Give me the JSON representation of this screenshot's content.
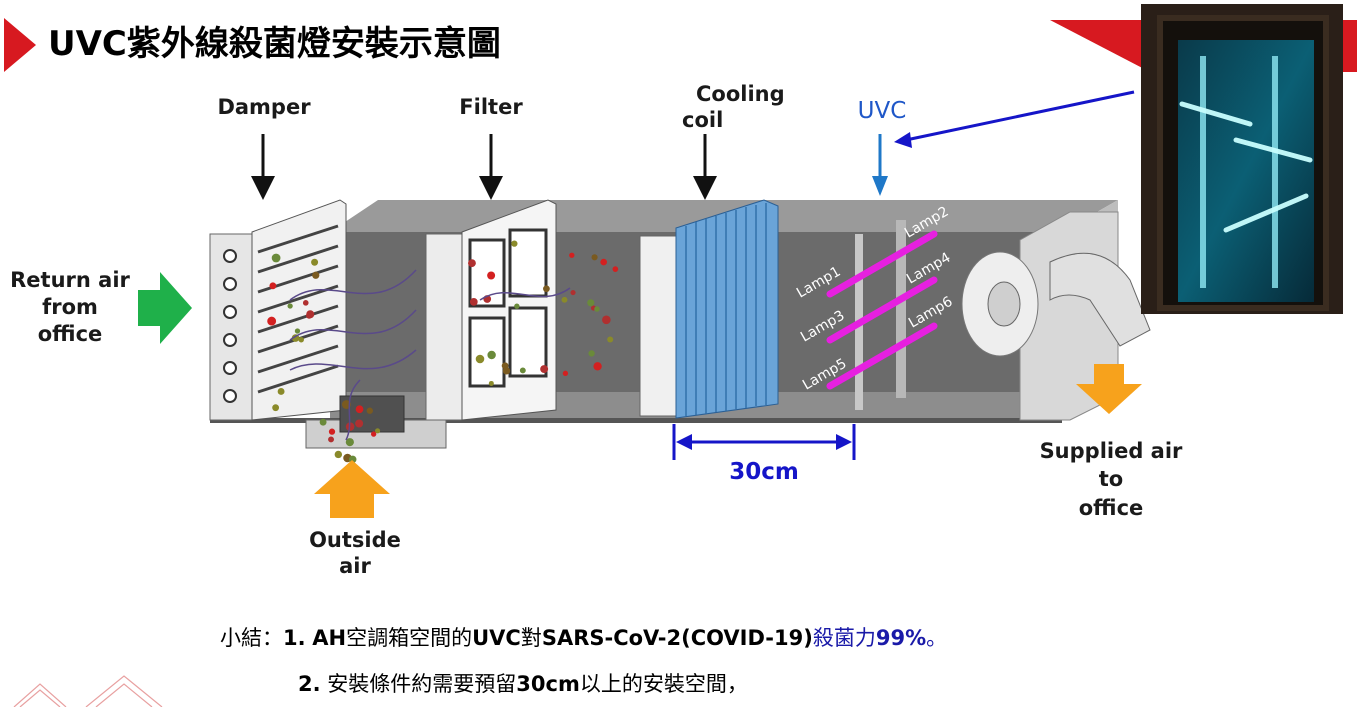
{
  "title": "UVC紫外線殺菌燈安裝示意圖",
  "labels": {
    "damper": "Damper",
    "filter": "Filter",
    "cooling_line1": "Cooling",
    "cooling_line2": "coil",
    "uvc": "UVC",
    "return_line1": "Return air",
    "return_line2": "from",
    "return_line3": "office",
    "outside_line1": "Outside",
    "outside_line2": "air",
    "supplied_line1": "Supplied air",
    "supplied_line2": "to",
    "supplied_line3": "office",
    "distance": "30cm"
  },
  "lamps": [
    "Lamp1",
    "Lamp2",
    "Lamp3",
    "Lamp4",
    "Lamp5",
    "Lamp6"
  ],
  "summary": {
    "prefix": "小結：",
    "item1_num": "1.",
    "item1_bold_a": "AH",
    "item1_text_a": "空調箱空間的",
    "item1_bold_b": "UVC",
    "item1_text_b": "對",
    "item1_bold_c": "SARS-CoV-2(COVID-19)",
    "item1_blue_text": "殺菌力",
    "item1_blue_bold": "99%",
    "item1_end": "。",
    "item2_num": "2.",
    "item2_text_a": "安裝條件約需要預留",
    "item2_bold": "30cm",
    "item2_text_b": "以上的安裝空間，"
  },
  "colors": {
    "accent_red": "#d71920",
    "lamp_magenta": "#e620e0",
    "uvc_blue": "#1f57c8",
    "measure_blue": "#1515c8",
    "green_arrow": "#1fb04a",
    "orange_arrow": "#f7a21c"
  }
}
